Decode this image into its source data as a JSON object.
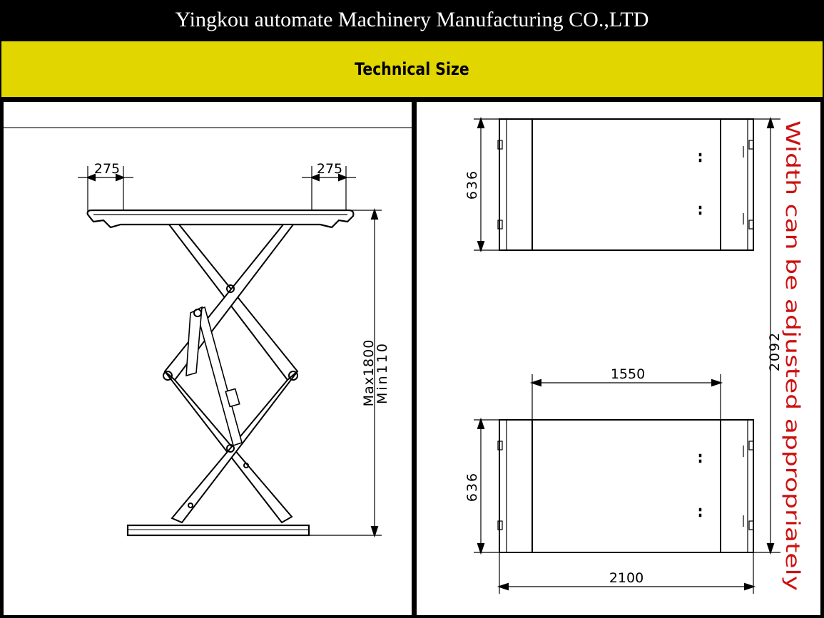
{
  "header": {
    "company": "Yingkou automate Machinery Manufacturing CO.,LTD"
  },
  "band": {
    "title": "Technical Size"
  },
  "side_view": {
    "dim_left_top": "275",
    "dim_right_top": "275",
    "height_max": "Max1800",
    "height_min": "Min110"
  },
  "top_view": {
    "width_upper": "636",
    "width_lower": "636",
    "length_total": "2092",
    "length_plate": "1550",
    "length_base": "2100",
    "note": "Width can be adjusted appropriately"
  },
  "colors": {
    "band": "#e2d600",
    "note": "#cc1111"
  }
}
